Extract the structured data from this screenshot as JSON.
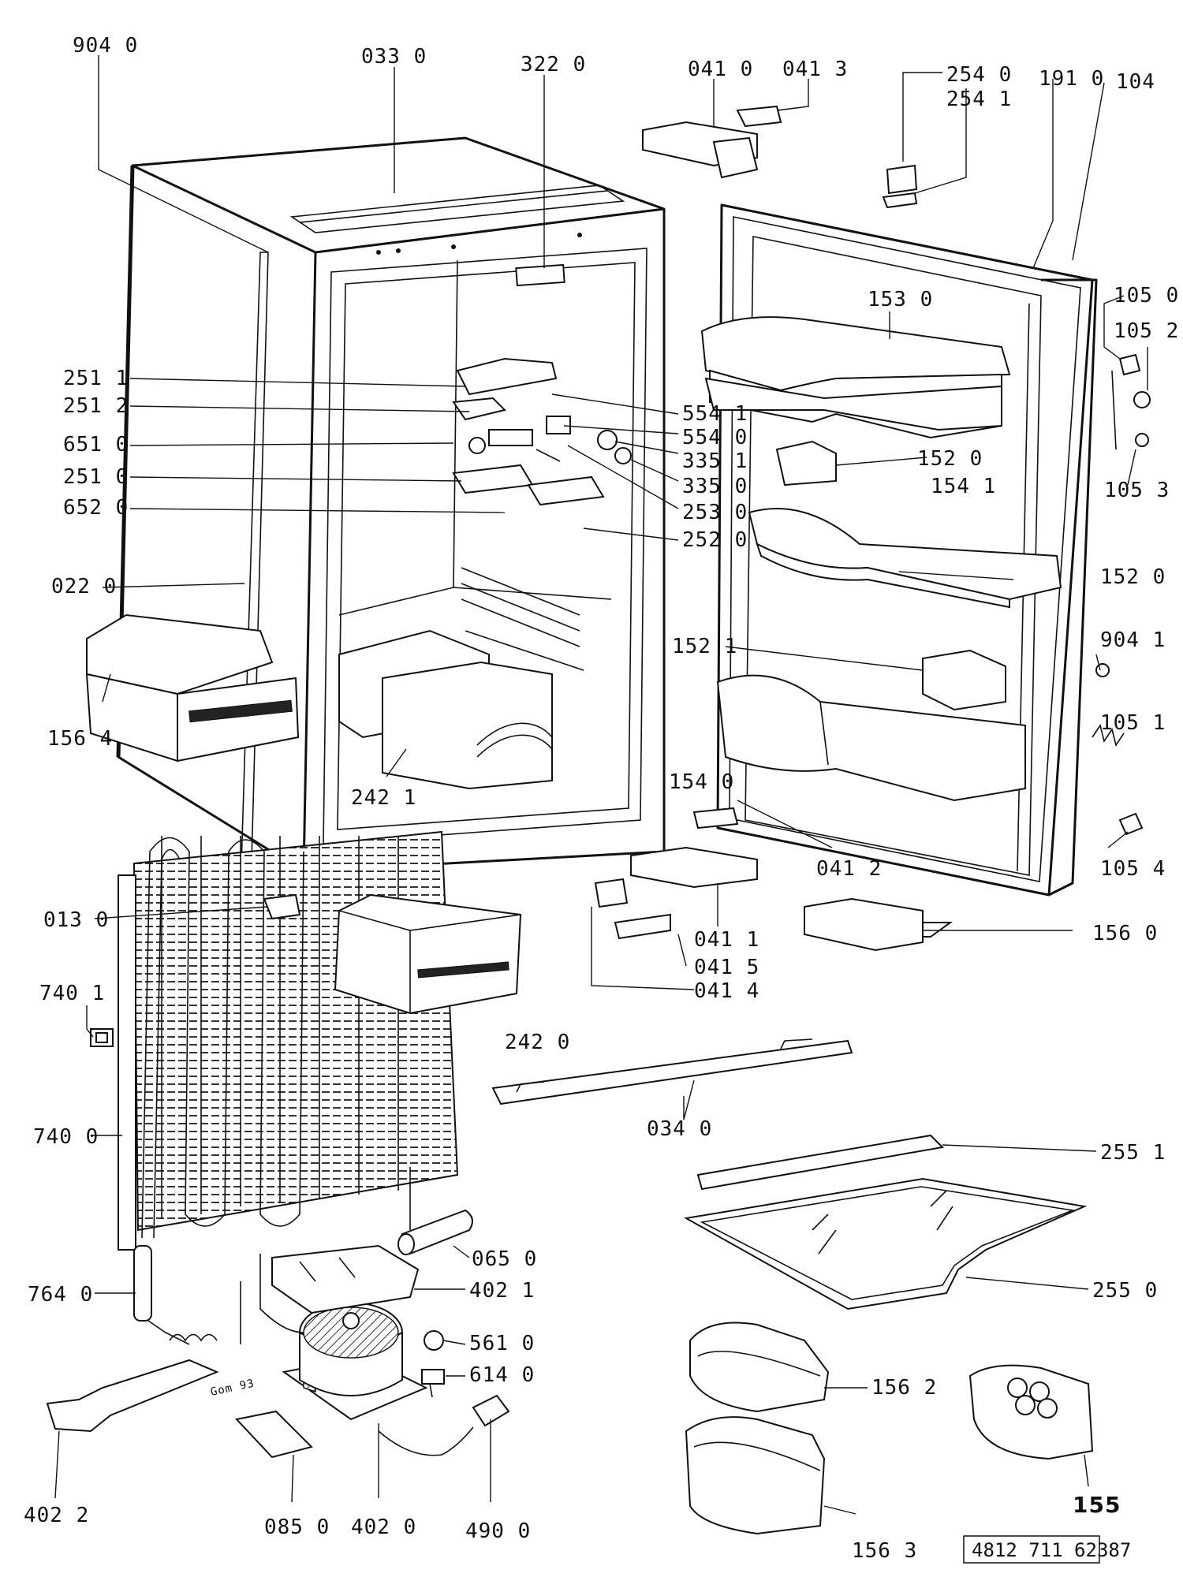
{
  "diagram": {
    "reference_number": "4812 711 62387",
    "labels": [
      {
        "id": "l9040",
        "text": "904 0"
      },
      {
        "id": "l0330",
        "text": "033 0"
      },
      {
        "id": "l3220",
        "text": "322 0"
      },
      {
        "id": "l0410",
        "text": "041 0"
      },
      {
        "id": "l0413",
        "text": "041 3"
      },
      {
        "id": "l2540",
        "text": "254 0"
      },
      {
        "id": "l2541",
        "text": "254 1"
      },
      {
        "id": "l1910",
        "text": "191 0"
      },
      {
        "id": "l104",
        "text": "104"
      },
      {
        "id": "l1050",
        "text": "105 0"
      },
      {
        "id": "l1052",
        "text": "105 2"
      },
      {
        "id": "l1053",
        "text": "105 3"
      },
      {
        "id": "l1530",
        "text": "153 0"
      },
      {
        "id": "l1520a",
        "text": "152 0"
      },
      {
        "id": "l1541",
        "text": "154 1"
      },
      {
        "id": "l1520b",
        "text": "152 0"
      },
      {
        "id": "l1521",
        "text": "152 1"
      },
      {
        "id": "l9041",
        "text": "904 1"
      },
      {
        "id": "l1051",
        "text": "105 1"
      },
      {
        "id": "l1540",
        "text": "154 0"
      },
      {
        "id": "l1054",
        "text": "105 4"
      },
      {
        "id": "l0412",
        "text": "041 2"
      },
      {
        "id": "l0411",
        "text": "041 1"
      },
      {
        "id": "l0415",
        "text": "041 5"
      },
      {
        "id": "l0414",
        "text": "041 4"
      },
      {
        "id": "l1560",
        "text": "156 0"
      },
      {
        "id": "l2511",
        "text": "251 1"
      },
      {
        "id": "l2512",
        "text": "251 2"
      },
      {
        "id": "l6510",
        "text": "651 0"
      },
      {
        "id": "l2510",
        "text": "251 0"
      },
      {
        "id": "l6520",
        "text": "652 0"
      },
      {
        "id": "l5541",
        "text": "554 1"
      },
      {
        "id": "l5540",
        "text": "554 0"
      },
      {
        "id": "l3351",
        "text": "335 1"
      },
      {
        "id": "l3350",
        "text": "335 0"
      },
      {
        "id": "l2530",
        "text": "253 0"
      },
      {
        "id": "l2520",
        "text": "252 0"
      },
      {
        "id": "l0220",
        "text": "022 0"
      },
      {
        "id": "l1564",
        "text": "156 4"
      },
      {
        "id": "l2421",
        "text": "242 1"
      },
      {
        "id": "l0130",
        "text": "013 0"
      },
      {
        "id": "l7401",
        "text": "740 1"
      },
      {
        "id": "l7400",
        "text": "740 0"
      },
      {
        "id": "l2420",
        "text": "242 0"
      },
      {
        "id": "l0340",
        "text": "034 0"
      },
      {
        "id": "l2551",
        "text": "255 1"
      },
      {
        "id": "l0650",
        "text": "065 0"
      },
      {
        "id": "l4021",
        "text": "402 1"
      },
      {
        "id": "l7640",
        "text": "764 0"
      },
      {
        "id": "l2550",
        "text": "255 0"
      },
      {
        "id": "l5610",
        "text": "561 0"
      },
      {
        "id": "l6140",
        "text": "614 0"
      },
      {
        "id": "l1562",
        "text": "156 2"
      },
      {
        "id": "l4022",
        "text": "402 2"
      },
      {
        "id": "l0850",
        "text": "085 0"
      },
      {
        "id": "l4020",
        "text": "402 0"
      },
      {
        "id": "l4900",
        "text": "490 0"
      },
      {
        "id": "l155",
        "text": "155"
      },
      {
        "id": "l1563",
        "text": "156 3"
      }
    ],
    "annotation": "Gom 93"
  }
}
